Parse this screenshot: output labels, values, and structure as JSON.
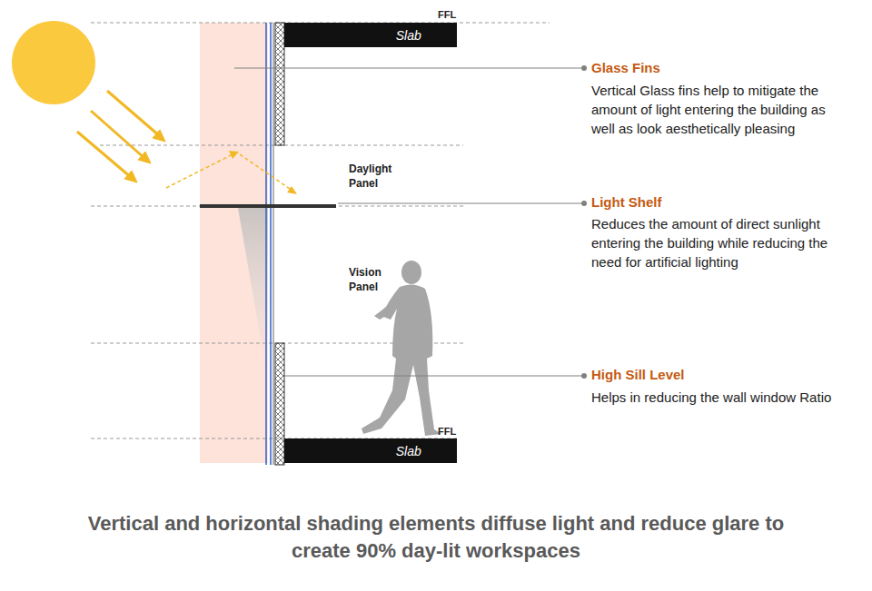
{
  "diagram": {
    "caption": "Vertical and horizontal shading elements diffuse light and reduce glare to create 90% day-lit workspaces",
    "nodes": [
      {
        "text": [
          "Slab"
        ]
      },
      {
        "text": [
          "Slab"
        ]
      }
    ],
    "labels": [
      "FFL",
      "Glass Fins",
      "Vertical Glass fins help to mitigate the amount of light entering the building as well as look aesthetically pleasing",
      "Daylight Panel",
      "Light Shelf",
      "Reduces the amount of direct sunlight entering the building while reducing the need for artificial lighting",
      "Vision Panel",
      "High Sill Level",
      "Helps in reducing the wall window Ratio",
      "FFL"
    ]
  }
}
